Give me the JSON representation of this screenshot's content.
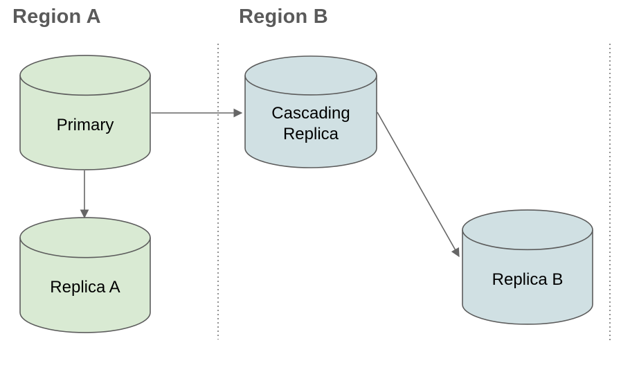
{
  "diagram": {
    "regions": [
      {
        "id": "region-a",
        "label": "Region A"
      },
      {
        "id": "region-b",
        "label": "Region B"
      }
    ],
    "nodes": [
      {
        "id": "primary",
        "region": "region-a",
        "shape": "cylinder",
        "label": "Primary",
        "fill": "#d9ead3"
      },
      {
        "id": "replica-a",
        "region": "region-a",
        "shape": "cylinder",
        "label": "Replica A",
        "fill": "#d9ead3"
      },
      {
        "id": "cascading-replica",
        "region": "region-b",
        "shape": "cylinder",
        "label": "Cascading Replica",
        "fill": "#d0e0e3"
      },
      {
        "id": "replica-b",
        "region": "region-b",
        "shape": "cylinder",
        "label": "Replica B",
        "fill": "#d0e0e3"
      }
    ],
    "edges": [
      {
        "from": "primary",
        "to": "cascading-replica",
        "style": "arrow"
      },
      {
        "from": "primary",
        "to": "replica-a",
        "style": "arrow"
      },
      {
        "from": "cascading-replica",
        "to": "replica-b",
        "style": "arrow"
      }
    ],
    "colors": {
      "green_node_fill": "#d9ead3",
      "blue_node_fill": "#d0e0e3",
      "node_stroke": "#5c5c5c",
      "arrow": "#666666",
      "region_title": "#5a5a5a",
      "separator_dots": "#909090",
      "label_text": "#000000",
      "background": "#ffffff"
    }
  }
}
